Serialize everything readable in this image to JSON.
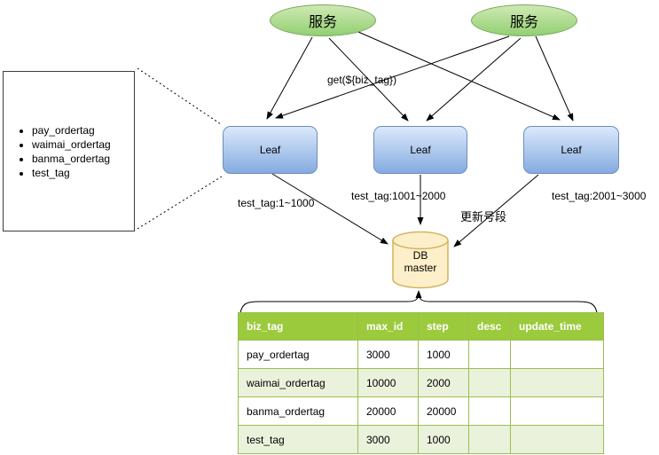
{
  "diagram": {
    "services": [
      {
        "label": "服务"
      },
      {
        "label": "服务"
      }
    ],
    "leaf_nodes": [
      {
        "label": "Leaf"
      },
      {
        "label": "Leaf"
      },
      {
        "label": "Leaf"
      }
    ],
    "database": {
      "line1": "DB",
      "line2": "master"
    },
    "edge_labels": {
      "get_request": "get(${biz_tag})",
      "segment_leaf1": "test_tag:1~1000",
      "segment_leaf2": "test_tag:1001~2000",
      "segment_leaf3": "test_tag:2001~3000",
      "update_segment": "更新号段"
    },
    "note_list": {
      "items": [
        "pay_ordertag",
        "waimai_ordertag",
        "banma_ordertag",
        "test_tag"
      ]
    },
    "table": {
      "headers": [
        "biz_tag",
        "max_id",
        "step",
        "desc",
        "update_time"
      ],
      "rows": [
        [
          "pay_ordertag",
          "3000",
          "1000",
          "",
          ""
        ],
        [
          "waimai_ordertag",
          "10000",
          "2000",
          "",
          ""
        ],
        [
          "banma_ordertag",
          "20000",
          "20000",
          "",
          ""
        ],
        [
          "test_tag",
          "3000",
          "1000",
          "",
          ""
        ]
      ]
    },
    "colors": {
      "service_fill_top": "#cfe9b4",
      "service_fill_bottom": "#92d072",
      "service_stroke": "#79a65c",
      "leaf_fill_top": "#dbe9fb",
      "leaf_fill_bottom": "#85abe0",
      "leaf_stroke": "#6d8cc0",
      "db_fill": "#fcefc9",
      "db_stroke": "#d2b35c",
      "table_header_bg": "#9bca3d",
      "table_row_alt_bg": "#eaf2dc",
      "table_border": "#9bbf52",
      "arrow": "#000000"
    }
  }
}
